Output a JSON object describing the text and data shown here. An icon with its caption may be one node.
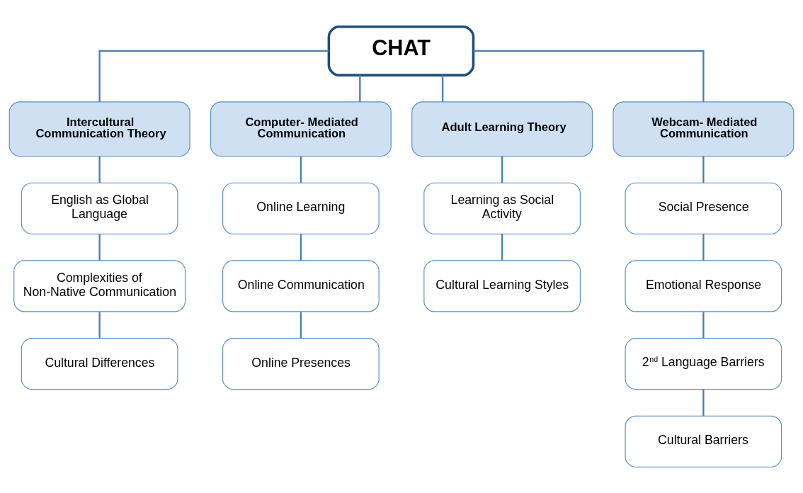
{
  "diagram": {
    "nodes": [
      {
        "text": [
          "CHAT"
        ]
      },
      {
        "text": [
          "Intercultural Communication Theory"
        ]
      },
      {
        "text": [
          "English as Global Language"
        ]
      },
      {
        "text": [
          "Complexities of Non-Native Communication"
        ]
      },
      {
        "text": [
          "Cultural Differences"
        ]
      },
      {
        "text": [
          "Computer- Mediated Communication"
        ]
      },
      {
        "text": [
          "Online Learning"
        ]
      },
      {
        "text": [
          "Online Communication"
        ]
      },
      {
        "text": [
          "Online Presences"
        ]
      },
      {
        "text": [
          "Adult Learning Theory"
        ]
      },
      {
        "text": [
          "Learning as Social Activity"
        ]
      },
      {
        "text": [
          "Cultural Learning Styles"
        ]
      },
      {
        "text": [
          "Webcam- Mediated Communication"
        ]
      },
      {
        "text": [
          "Social Presence"
        ]
      },
      {
        "text": [
          "Emotional Response"
        ]
      },
      {
        "text": [
          "2$^{nd}$ Language Barriers"
        ]
      },
      {
        "text": [
          "Cultural Barriers"
        ]
      }
    ],
    "edges": [
      {
        "from": 0,
        "to": 1,
        "arrow": "none"
      },
      {
        "from": 0,
        "to": 5,
        "arrow": "none"
      },
      {
        "from": 0,
        "to": 9,
        "arrow": "none"
      },
      {
        "from": 0,
        "to": 12,
        "arrow": "none"
      },
      {
        "from": 1,
        "to": 2,
        "arrow": "none"
      },
      {
        "from": 2,
        "to": 3,
        "arrow": "none"
      },
      {
        "from": 3,
        "to": 4,
        "arrow": "none"
      },
      {
        "from": 5,
        "to": 6,
        "arrow": "none"
      },
      {
        "from": 6,
        "to": 7,
        "arrow": "none"
      },
      {
        "from": 7,
        "to": 8,
        "arrow": "none"
      },
      {
        "from": 9,
        "to": 10,
        "arrow": "none"
      },
      {
        "from": 10,
        "to": 11,
        "arrow": "none"
      },
      {
        "from": 12,
        "to": 13,
        "arrow": "none"
      },
      {
        "from": 13,
        "to": 14,
        "arrow": "none"
      },
      {
        "from": 14,
        "to": 15,
        "arrow": "none"
      },
      {
        "from": 15,
        "to": 16,
        "arrow": "none"
      }
    ]
  }
}
